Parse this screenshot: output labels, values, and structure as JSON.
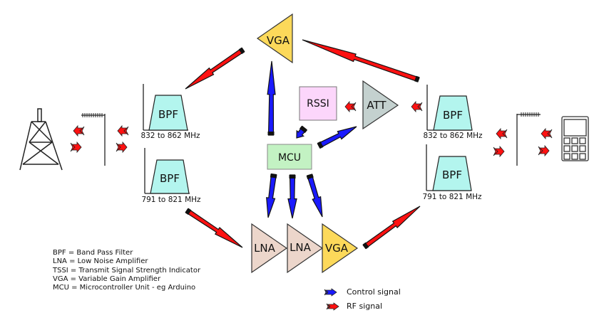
{
  "diagram": {
    "blocks": {
      "bpf_left_tx": {
        "label": "BPF",
        "range": "832 to 862 MHz"
      },
      "bpf_left_rx": {
        "label": "BPF",
        "range": "791 to 821 MHz"
      },
      "bpf_right_tx": {
        "label": "BPF",
        "range": "832 to 862 MHz"
      },
      "bpf_right_rx": {
        "label": "BPF",
        "range": "791 to 821 MHz"
      },
      "vga_top": {
        "label": "VGA"
      },
      "rssi": {
        "label": "RSSI"
      },
      "att": {
        "label": "ATT"
      },
      "mcu": {
        "label": "MCU"
      },
      "lna1": {
        "label": "LNA"
      },
      "lna2": {
        "label": "LNA"
      },
      "vga_bottom": {
        "label": "VGA"
      }
    },
    "colors": {
      "bpf_fill": "#b3f5ee",
      "vga_fill": "#fcd95a",
      "rssi_fill": "#fcd6fb",
      "att_fill": "#c4d1cf",
      "mcu_fill": "#c3f2c3",
      "lna_fill": "#ecd6cb",
      "rf_arrow": "#ff1111",
      "control_arrow": "#1a1aff"
    },
    "icons": [
      "cell-tower-icon",
      "antenna-icon",
      "mobile-phone-icon"
    ]
  },
  "legend": {
    "abbreviations": [
      "BPF = Band Pass Filter",
      "LNA = Low Noise Amplifier",
      "TSSI = Transmit Signal Strength Indicator",
      "VGA = Variable Gain Amplifier",
      "MCU = Microcontroller Unit - eg Arduino"
    ],
    "control_signal": "Control signal",
    "rf_signal": "RF signal"
  }
}
